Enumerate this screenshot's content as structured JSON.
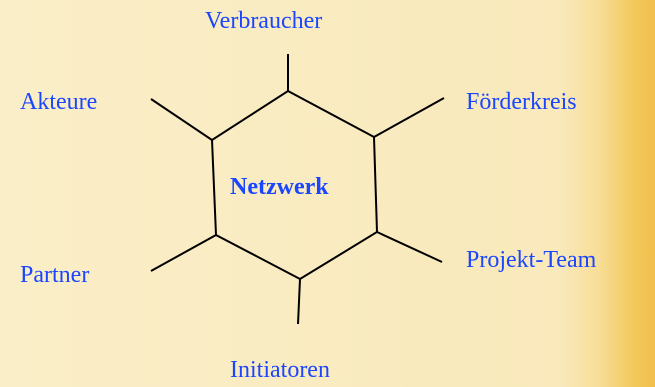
{
  "diagram": {
    "center": "Netzwerk",
    "spokes": {
      "top": "Verbraucher",
      "top_left": "Akteure",
      "top_right": "Förderkreis",
      "bottom_left": "Partner",
      "bottom_right": "Projekt-Team",
      "bottom": "Initiatoren"
    },
    "colors": {
      "text": "#1b46ff",
      "lines": "#000000",
      "background": "#f9e8b8",
      "accent_edge": "#f1c04c"
    }
  }
}
